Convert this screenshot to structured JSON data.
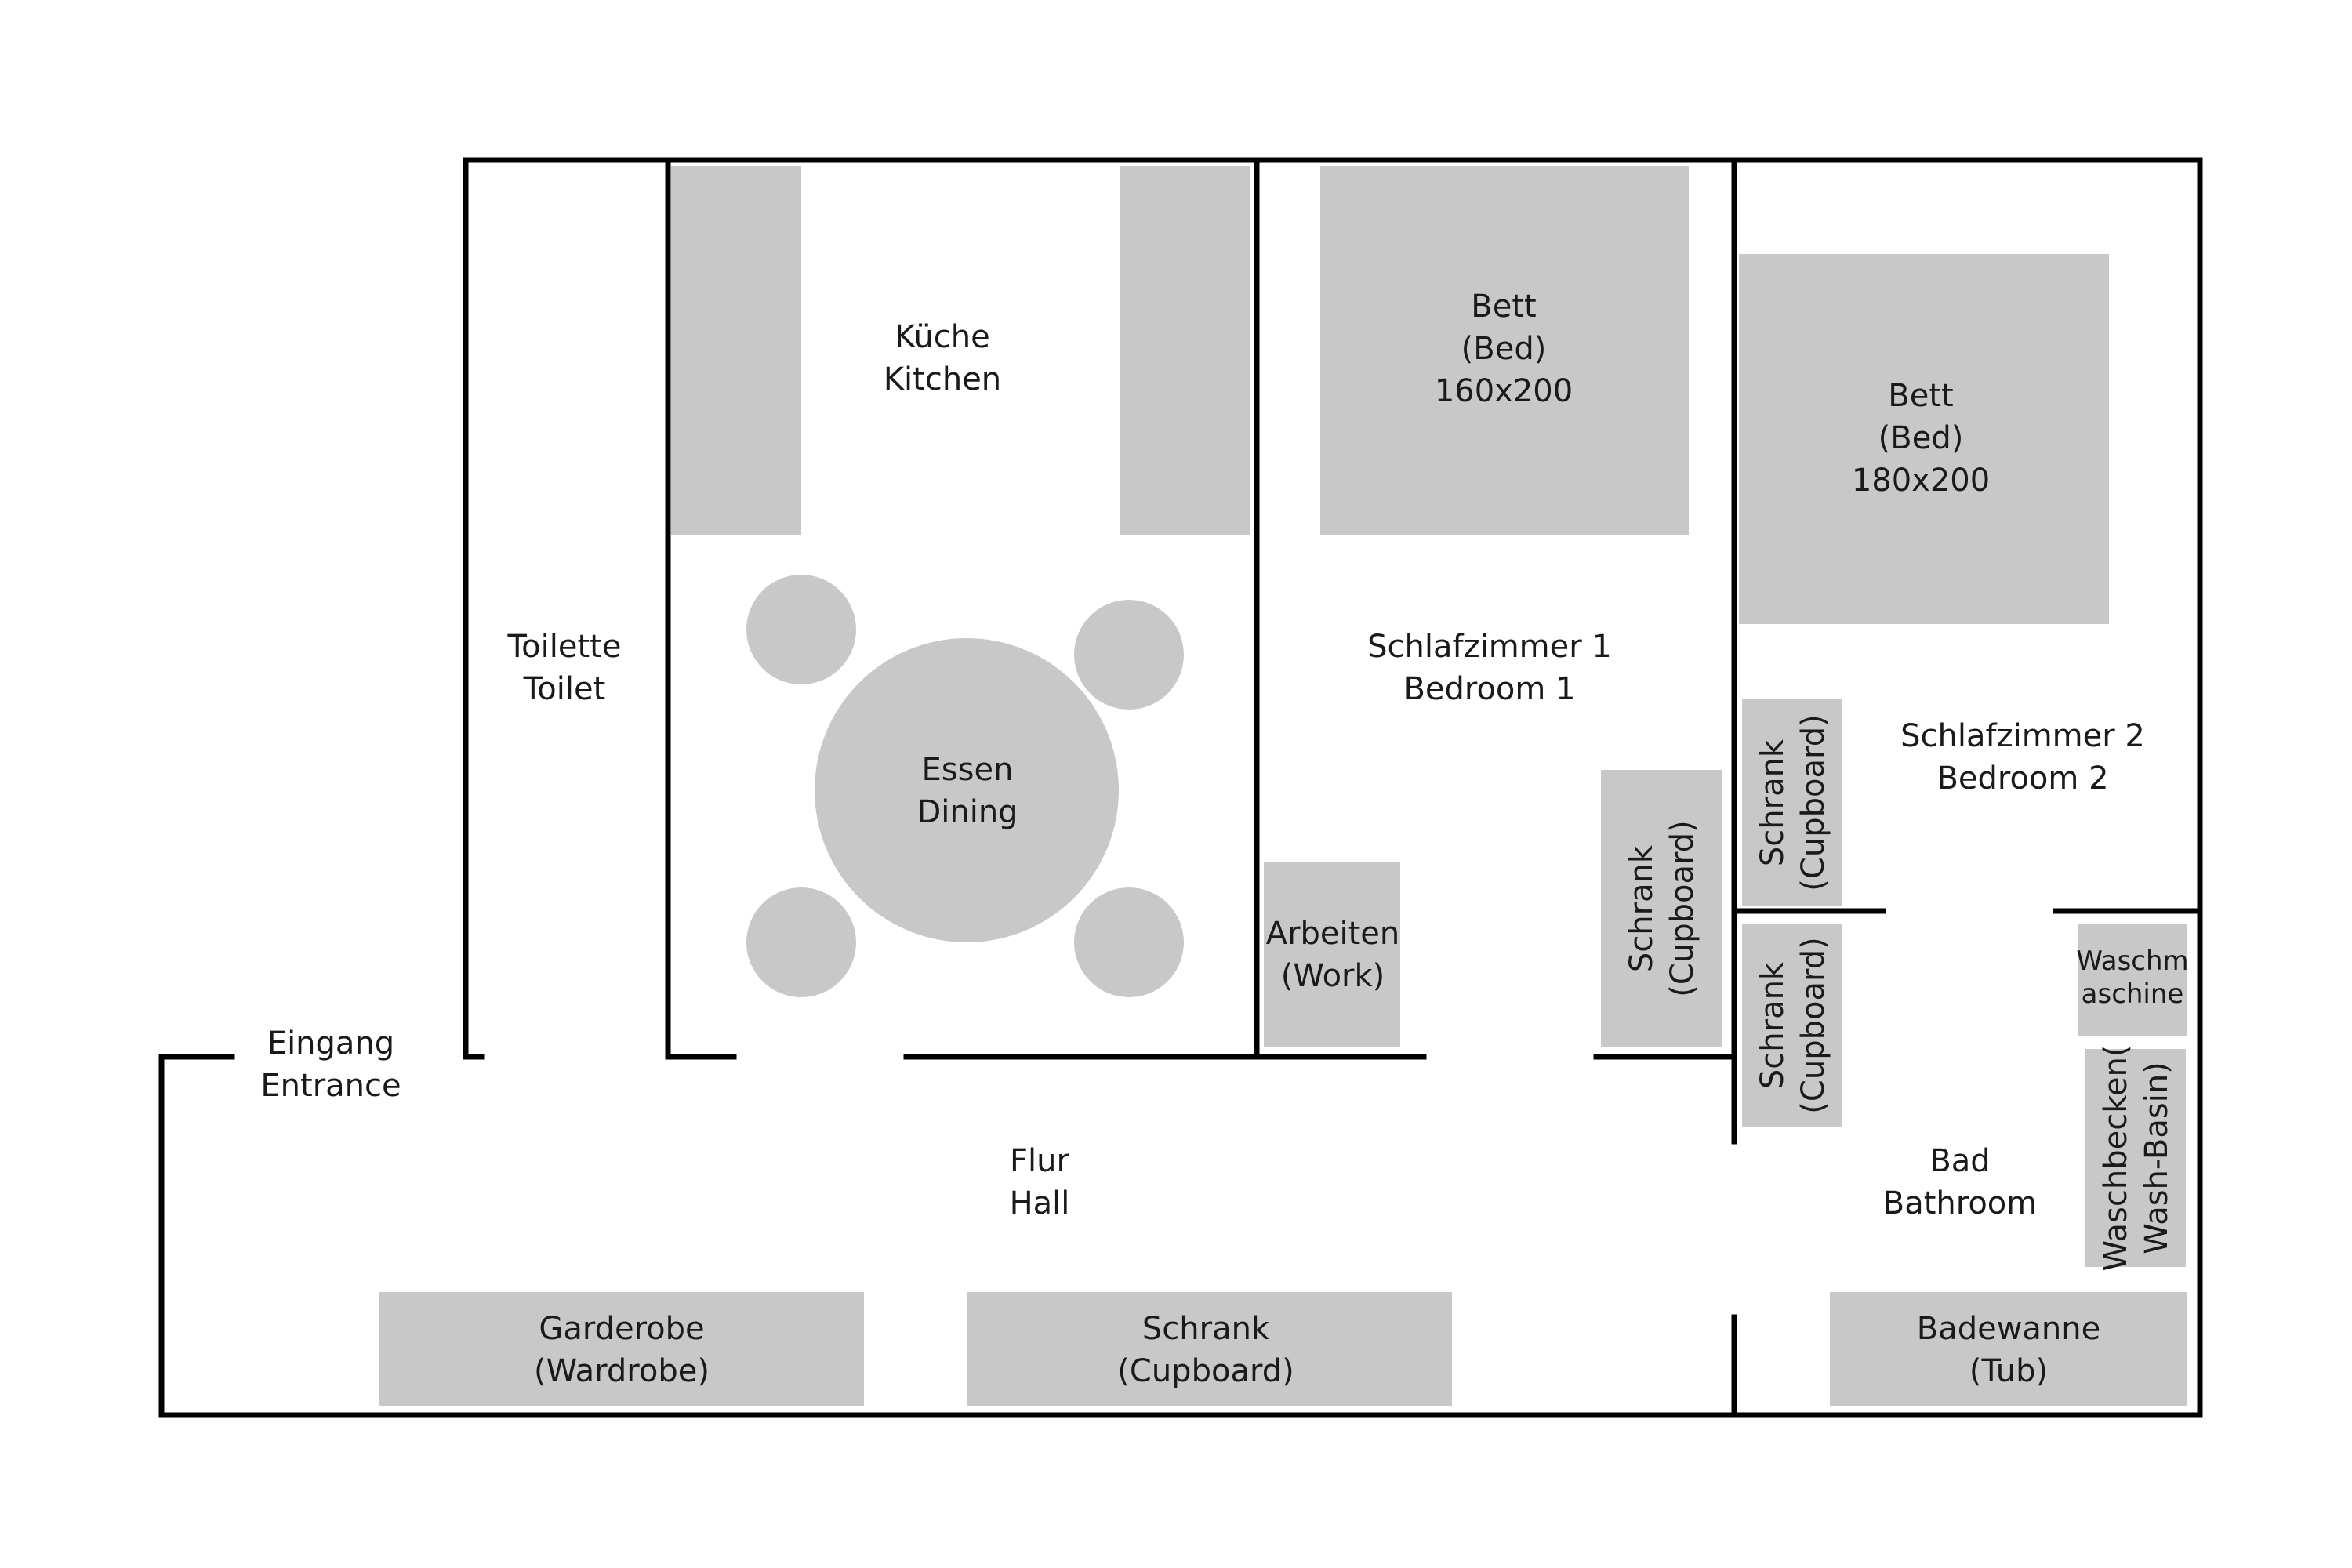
{
  "colors": {
    "wall": "#000000",
    "furniture": "#c8c8c8",
    "text": "#1a1a1a",
    "background": "#ffffff"
  },
  "rooms": {
    "kitchen": {
      "de": "Küche",
      "en": "Kitchen"
    },
    "dining": {
      "de": "Essen",
      "en": "Dining"
    },
    "toilet": {
      "de": "Toilette",
      "en": "Toilet"
    },
    "bedroom1": {
      "de": "Schlafzimmer 1",
      "en": "Bedroom 1"
    },
    "bedroom2": {
      "de": "Schlafzimmer 2",
      "en": "Bedroom 2"
    },
    "entrance": {
      "de": "Eingang",
      "en": "Entrance"
    },
    "hall": {
      "de": "Flur",
      "en": "Hall"
    },
    "bathroom": {
      "de": "Bad",
      "en": "Bathroom"
    }
  },
  "furniture": {
    "bed1": {
      "l1": "Bett",
      "l2": "(Bed)",
      "l3": "160x200"
    },
    "bed2": {
      "l1": "Bett",
      "l2": "(Bed)",
      "l3": "180x200"
    },
    "work": {
      "l1": "Arbeiten",
      "l2": "(Work)"
    },
    "cupboard_bedroom1": {
      "l1": "Schrank",
      "l2": "(Cupboard)"
    },
    "cupboard_bedroom2": {
      "l1": "Schrank",
      "l2": "(Cupboard)"
    },
    "cupboard_bathroom": {
      "l1": "Schrank",
      "l2": "(Cupboard)"
    },
    "washing_machine": {
      "l1": "Waschm",
      "l2": "aschine"
    },
    "wash_basin": {
      "l1": "Waschbecken(",
      "l2": "Wash-Basin)"
    },
    "wardrobe": {
      "l1": "Garderobe",
      "l2": "(Wardrobe)"
    },
    "cupboard_hall": {
      "l1": "Schrank",
      "l2": "(Cupboard)"
    },
    "tub": {
      "l1": "Badewanne",
      "l2": "(Tub)"
    }
  }
}
